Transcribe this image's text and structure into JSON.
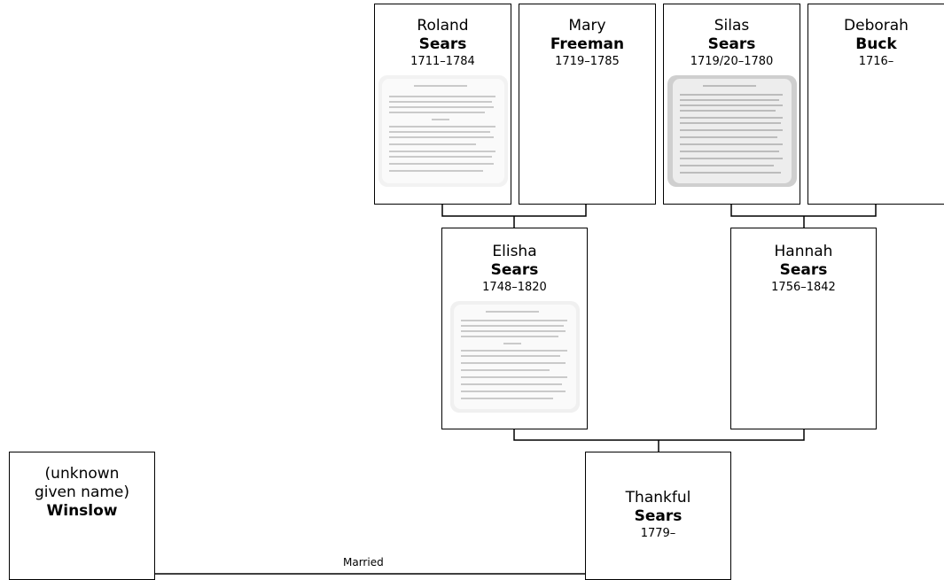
{
  "people": {
    "roland": {
      "given": "Roland",
      "surname": "Sears",
      "dates": "1711–1784",
      "has_photo": true
    },
    "mary": {
      "given": "Mary",
      "surname": "Freeman",
      "dates": "1719–1785",
      "has_photo": false
    },
    "silas": {
      "given": "Silas",
      "surname": "Sears",
      "dates": "1719/20–1780",
      "has_photo": true
    },
    "deborah": {
      "given": "Deborah",
      "surname": "Buck",
      "dates": "1716–",
      "has_photo": false
    },
    "elisha": {
      "given": "Elisha",
      "surname": "Sears",
      "dates": "1748–1820",
      "has_photo": true
    },
    "hannah": {
      "given": "Hannah",
      "surname": "Sears",
      "dates": "1756–1842",
      "has_photo": false
    },
    "thankful": {
      "given": "Thankful",
      "surname": "Sears",
      "dates": "1779–",
      "has_photo": false
    },
    "winslow": {
      "given": "(unknown given name)",
      "surname": "Winslow",
      "dates": "",
      "has_photo": false
    }
  },
  "relationships": {
    "spouse_label": "Married"
  }
}
